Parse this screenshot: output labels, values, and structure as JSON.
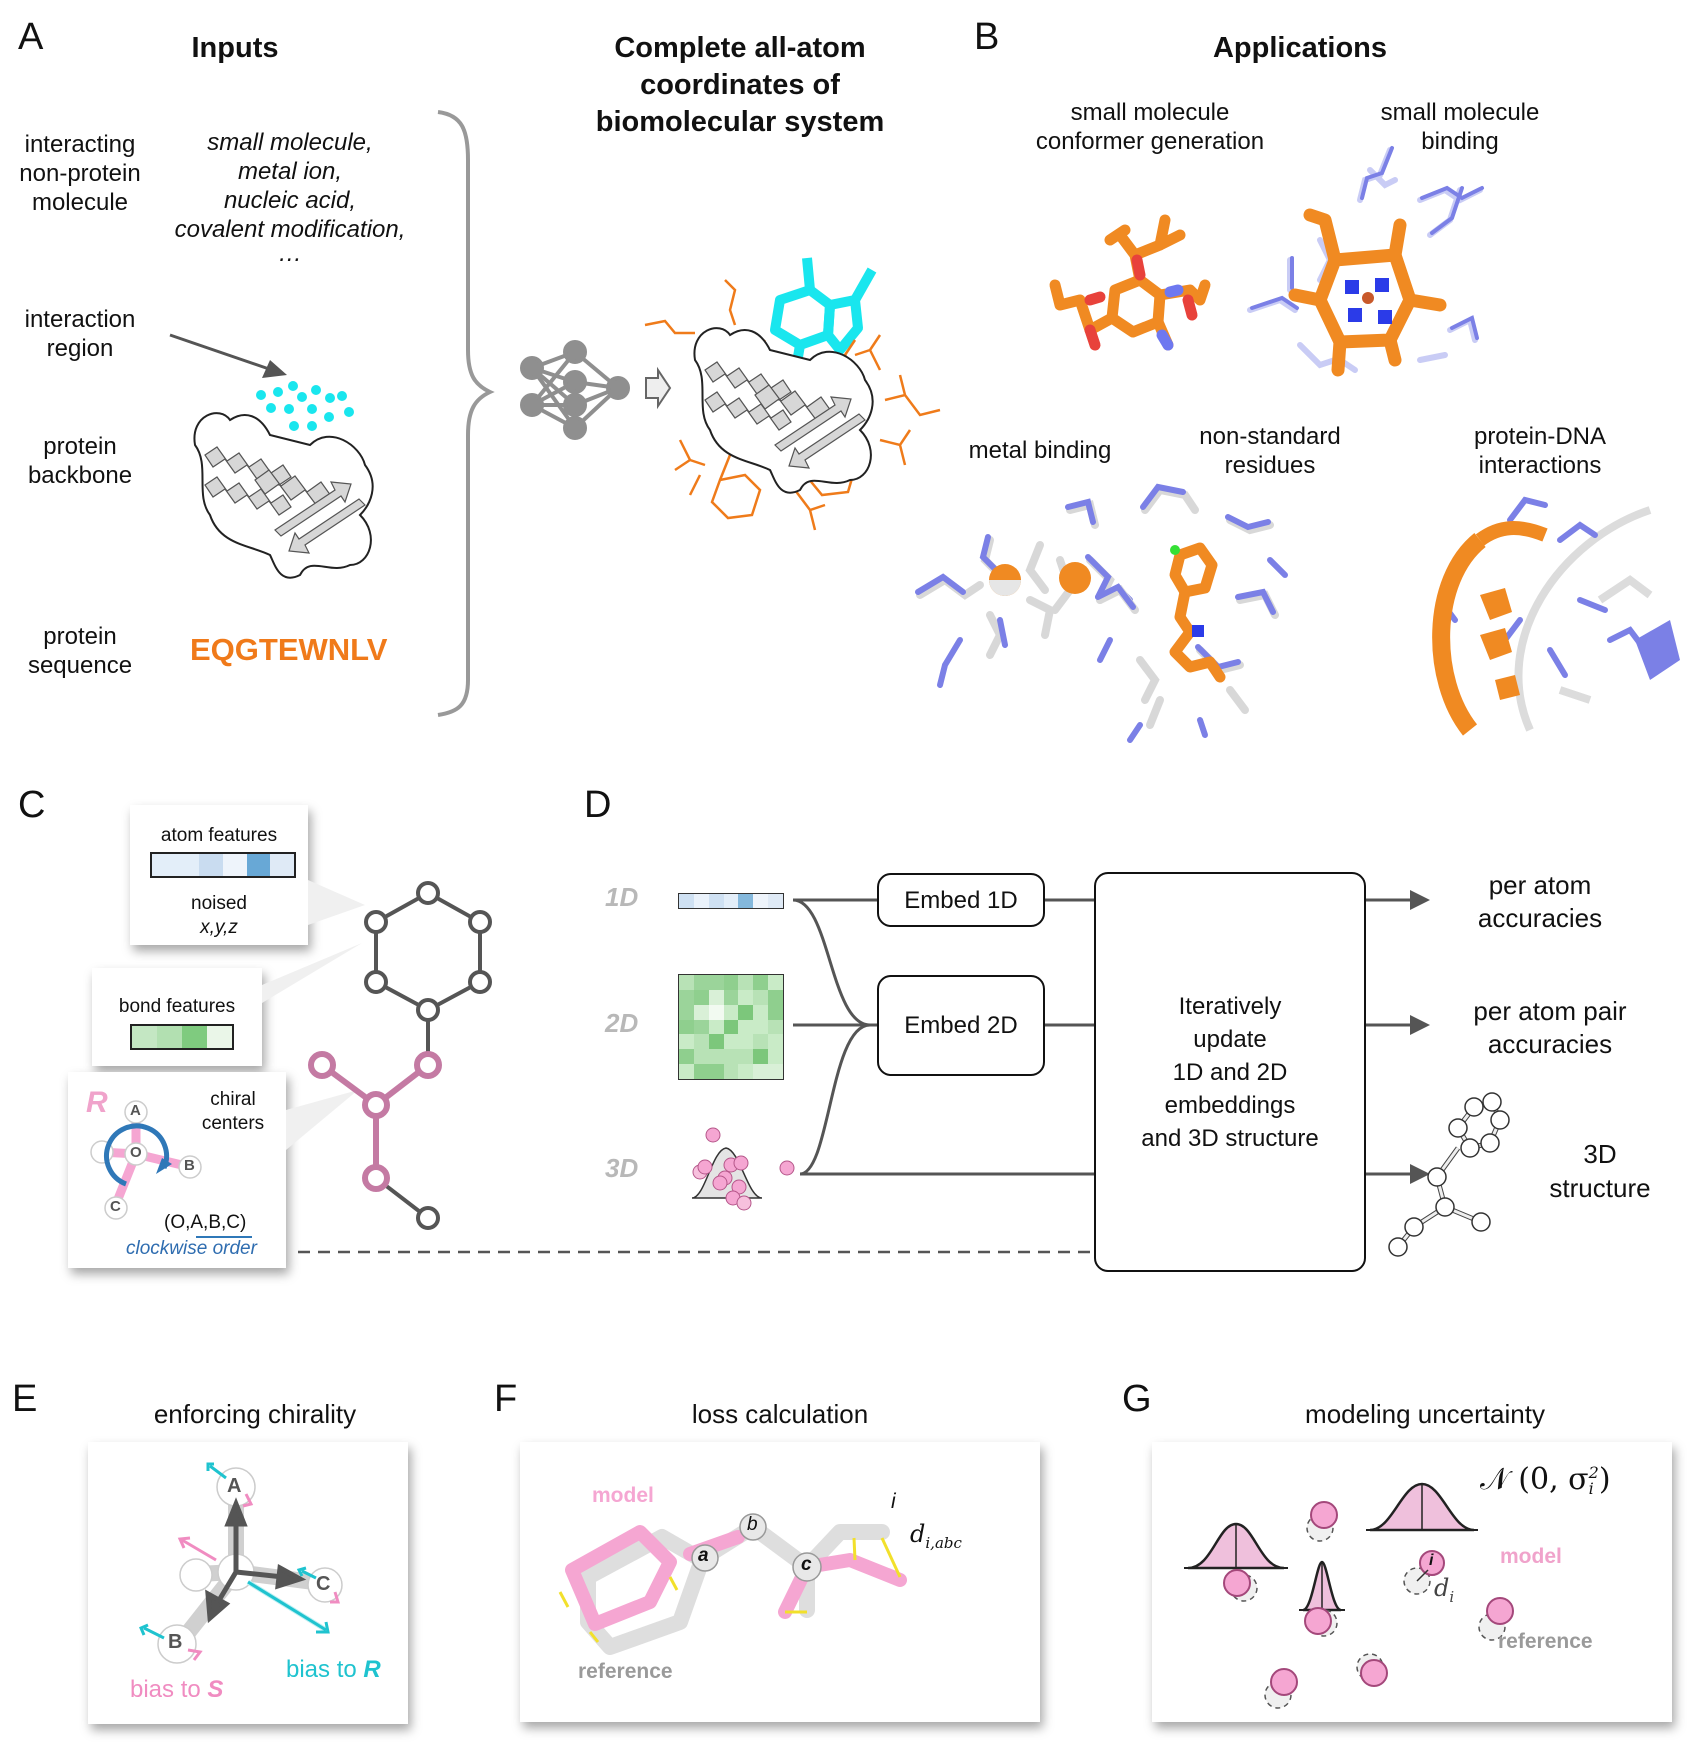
{
  "panels": {
    "A": {
      "letter": "A",
      "inputs_title": "Inputs",
      "output_title": [
        "Complete all-atom",
        "coordinates of",
        "biomolecular system"
      ],
      "row_labels": [
        [
          "interacting",
          "non-protein",
          "molecule"
        ],
        [
          "interaction",
          "region"
        ],
        [
          "protein",
          "backbone"
        ],
        [
          "protein",
          "sequence"
        ]
      ],
      "molecule_examples": [
        "small molecule,",
        "metal ion,",
        "nucleic acid,",
        "covalent modification,",
        "…"
      ],
      "sequence": "EQGTEWNLV"
    },
    "B": {
      "letter": "B",
      "title": "Applications",
      "items": [
        {
          "label": [
            "small molecule",
            "conformer generation"
          ]
        },
        {
          "label": [
            "small molecule",
            "binding"
          ]
        },
        {
          "label": [
            "metal binding"
          ]
        },
        {
          "label": [
            "non-standard",
            "residues"
          ]
        },
        {
          "label": [
            "protein-DNA",
            "interactions"
          ]
        }
      ]
    },
    "C": {
      "letter": "C",
      "atom_features": "atom features",
      "noised": "noised",
      "xyz": "x,y,z",
      "bond_features": "bond features",
      "chiral": [
        "chiral",
        "centers"
      ],
      "chirality_label": "R",
      "atoms": {
        "center": "O",
        "a": "A",
        "b": "B",
        "c": "C"
      },
      "tuple": "(O,A,B,C)",
      "order": "clockwise order"
    },
    "D": {
      "letter": "D",
      "dims": [
        "1D",
        "2D",
        "3D"
      ],
      "embed1": "Embed 1D",
      "embed2": "Embed 2D",
      "update": [
        "Iteratively",
        "update",
        "1D and 2D",
        "embeddings",
        "and 3D structure"
      ],
      "outputs": [
        [
          "per atom",
          "accuracies"
        ],
        [
          "per atom pair",
          "accuracies"
        ],
        [
          "3D",
          "structure"
        ]
      ]
    },
    "E": {
      "letter": "E",
      "title": "enforcing chirality",
      "atoms": [
        "A",
        "B",
        "C"
      ],
      "bias_s": "bias to ",
      "bias_s_letter": "S",
      "bias_r": "bias to ",
      "bias_r_letter": "R"
    },
    "F": {
      "letter": "F",
      "title": "loss calculation",
      "model": "model",
      "reference": "reference",
      "atoms": [
        "a",
        "b",
        "c"
      ],
      "i": "i",
      "d": "d",
      "d_sub": "i,abc"
    },
    "G": {
      "letter": "G",
      "title": "modeling uncertainty",
      "formula": "𝒩 (0, σ",
      "formula_sub": "i",
      "formula_sup": "2",
      "formula_end": ")",
      "i": "i",
      "d": "d",
      "d_sub": "i",
      "model": "model",
      "reference": "reference"
    }
  },
  "colors": {
    "orange": "#f07a1a",
    "cyan": "#19e6ee",
    "pink": "#f5a6d2",
    "mauve": "#c47aa3",
    "gray": "#8c8c8c",
    "blue": "#2f78b8",
    "teal": "#1fc3cf",
    "periwinkle": "#7b80e6"
  }
}
